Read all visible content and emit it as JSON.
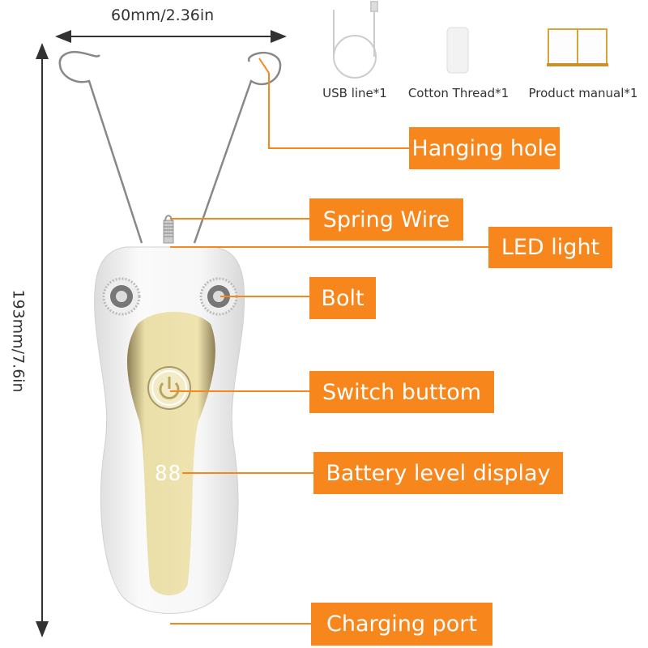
{
  "dimensions": {
    "width_label": "60mm/2.36in",
    "height_label": "193mm/7.6in"
  },
  "accessories": [
    {
      "label": "USB line*1",
      "icon": "usb-cable-icon"
    },
    {
      "label": "Cotton Thread*1",
      "icon": "thread-spool-icon"
    },
    {
      "label": "Product manual*1",
      "icon": "open-book-icon"
    }
  ],
  "callouts": {
    "hanging_hole": "Hanging hole",
    "spring_wire": "Spring Wire",
    "led_light": "LED light",
    "bolt": "Bolt",
    "switch": "Switch buttom",
    "battery": "Battery level display",
    "charging": "Charging port"
  },
  "display_value": "88",
  "colors": {
    "accent": "#f7861c",
    "gold": "#e8d9a0",
    "body": "#f2f2f2"
  }
}
